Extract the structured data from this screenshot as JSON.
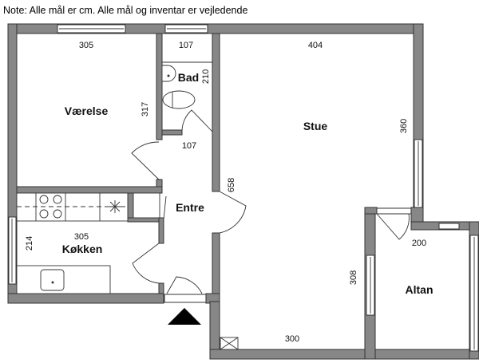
{
  "note": "Note: Alle mål er cm. Alle mål og inventar er vejledende",
  "rooms": {
    "vaerelse": {
      "label": "Værelse",
      "width": "305",
      "depth": "317"
    },
    "bad": {
      "label": "Bad",
      "width": "107",
      "depth": "210"
    },
    "stue": {
      "label": "Stue",
      "width_top": "404",
      "width_bottom": "300",
      "depth_right": "360",
      "depth_left": "658"
    },
    "entre": {
      "label": "Entre",
      "width": "107"
    },
    "koekken": {
      "label": "Køkken",
      "width": "305",
      "depth": "214"
    },
    "altan": {
      "label": "Altan",
      "width": "200",
      "depth": "308"
    }
  },
  "colors": {
    "wall": "#878787",
    "outline": "#333333"
  }
}
